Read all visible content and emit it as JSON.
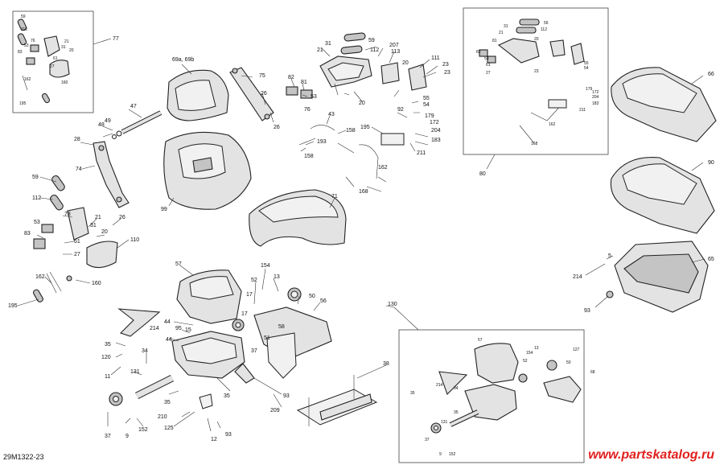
{
  "drawing_code": "29M1322-23",
  "watermark": "www.partskatalog.ru",
  "callouts": {
    "inset_top_left": [
      "59",
      "112",
      "53",
      "76",
      "83",
      "21",
      "31",
      "20",
      "61",
      "27",
      "162",
      "160",
      "195"
    ],
    "inset_top_right": [
      "56",
      "112",
      "31",
      "21",
      "20",
      "81",
      "82",
      "53",
      "61",
      "27",
      "23",
      "55",
      "54",
      "179",
      "172",
      "204",
      "183",
      "211",
      "162",
      "168"
    ],
    "inset_bottom_right": [
      "57",
      "13",
      "127",
      "154",
      "52",
      "50",
      "35",
      "34",
      "214",
      "68",
      "131",
      "35",
      "37",
      "9",
      "152"
    ],
    "main": [
      "77",
      "69a, 69b",
      "75",
      "26",
      "26",
      "47",
      "48",
      "49",
      "28",
      "74",
      "99",
      "59",
      "112",
      "78",
      "53",
      "21",
      "31",
      "26",
      "20",
      "83",
      "61",
      "27",
      "110",
      "162",
      "160",
      "195",
      "57",
      "154",
      "52",
      "17",
      "13",
      "50",
      "56",
      "44",
      "95",
      "15",
      "58",
      "51",
      "214",
      "35",
      "120",
      "11",
      "34",
      "131",
      "35",
      "37",
      "9",
      "152",
      "125",
      "12",
      "93",
      "210",
      "35",
      "93",
      "209",
      "38",
      "130",
      "71",
      "65",
      "66",
      "90",
      "80",
      "214",
      "93",
      "5",
      "31",
      "21",
      "207",
      "113",
      "111",
      "23",
      "82",
      "81",
      "53",
      "20",
      "23",
      "55",
      "54",
      "179",
      "43",
      "158",
      "193",
      "195",
      "204",
      "183",
      "211",
      "172",
      "92",
      "162",
      "168"
    ]
  },
  "main_labels": {
    "l77": "77",
    "l69": "69a, 69b",
    "l75": "75",
    "l26a": "26",
    "l26b": "26",
    "l47": "47",
    "l48": "48",
    "l49": "49",
    "l28": "28",
    "l74": "74",
    "l99": "99",
    "l59": "59",
    "l112": "112",
    "l78": "78",
    "l53": "53",
    "l21": "21",
    "l31": "31",
    "l26c": "26",
    "l20": "20",
    "l83": "83",
    "l61": "61",
    "l27": "27",
    "l110": "110",
    "l162": "162",
    "l160": "160",
    "l195": "195",
    "l57": "57",
    "l154": "154",
    "l52": "52",
    "l17": "17",
    "l13": "13",
    "l50": "50",
    "l56": "56",
    "l44a": "44",
    "l95": "95",
    "l15": "15",
    "l58": "58",
    "l51": "51",
    "l214a": "214",
    "l35a": "35",
    "l120": "120",
    "l11": "11",
    "l34": "34",
    "l131": "131",
    "l35b": "35",
    "l37a": "37",
    "l37b": "37",
    "l9": "9",
    "l152": "152",
    "l125": "125",
    "l12": "12",
    "l93a": "93",
    "l210": "210",
    "l35c": "35",
    "l93b": "93",
    "l209": "209",
    "l38": "38",
    "l130": "130",
    "l71": "71",
    "l66": "66",
    "l90": "90",
    "l65": "65",
    "l80": "80",
    "l214b": "214",
    "l93c": "93",
    "l5": "5",
    "l207": "207",
    "l113": "113",
    "l111": "111",
    "l23a": "23",
    "l23b": "23",
    "l82": "82",
    "l81": "81",
    "l53b": "53",
    "l20b": "20",
    "l20c": "20",
    "l55": "55",
    "l54": "54",
    "l179": "179",
    "l43": "43",
    "l158a": "158",
    "l158b": "158",
    "l193": "193",
    "l195b": "195",
    "l204": "204",
    "l183": "183",
    "l211": "211",
    "l172": "172",
    "l92": "92",
    "l162b": "162",
    "l168": "168",
    "l76": "76",
    "l21b": "21",
    "l31b": "31",
    "l44b": "44",
    "l17b": "17",
    "l59b": "59",
    "l112b": "112"
  }
}
